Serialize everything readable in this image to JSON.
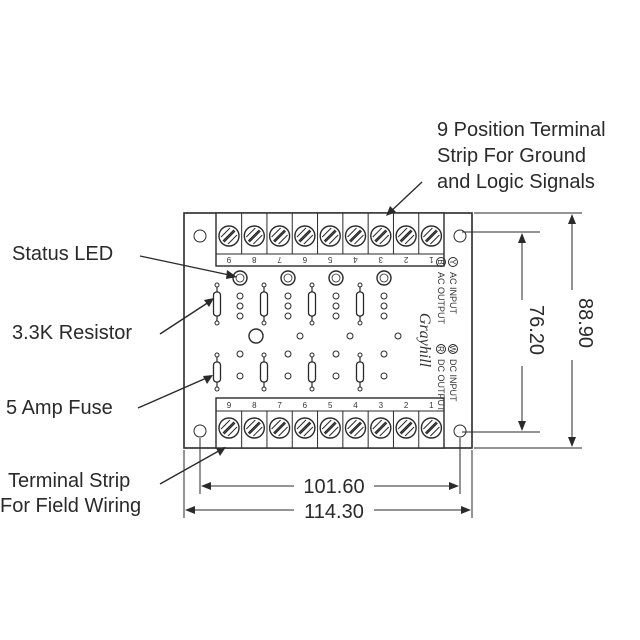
{
  "callouts": {
    "top_strip_line1": "9 Position Terminal",
    "top_strip_line2": "Strip For Ground",
    "top_strip_line3": "and Logic Signals",
    "status_led": "Status LED",
    "resistor": "3.3K Resistor",
    "fuse": "5 Amp Fuse",
    "field_line1": "Terminal Strip",
    "field_line2": "For Field Wiring"
  },
  "dimensions": {
    "inner_height": "76.20",
    "outer_height": "88.90",
    "inner_width": "101.60",
    "outer_width": "114.30"
  },
  "board": {
    "brand": "Grayhill",
    "top_numbers": [
      "9",
      "8",
      "7",
      "6",
      "5",
      "4",
      "3",
      "2",
      "1"
    ],
    "bottom_numbers": [
      "9",
      "8",
      "7",
      "6",
      "5",
      "4",
      "3",
      "2",
      "1"
    ],
    "side_text_1": "AC OUTPUT",
    "side_text_2": "AC INPUT",
    "side_text_3": "DC OUTPUT",
    "side_text_4": "DC INPUT",
    "side_marks": [
      "B",
      "Y",
      "R",
      "W"
    ]
  },
  "colors": {
    "ink": "#2a2a2a",
    "background": "#ffffff"
  }
}
